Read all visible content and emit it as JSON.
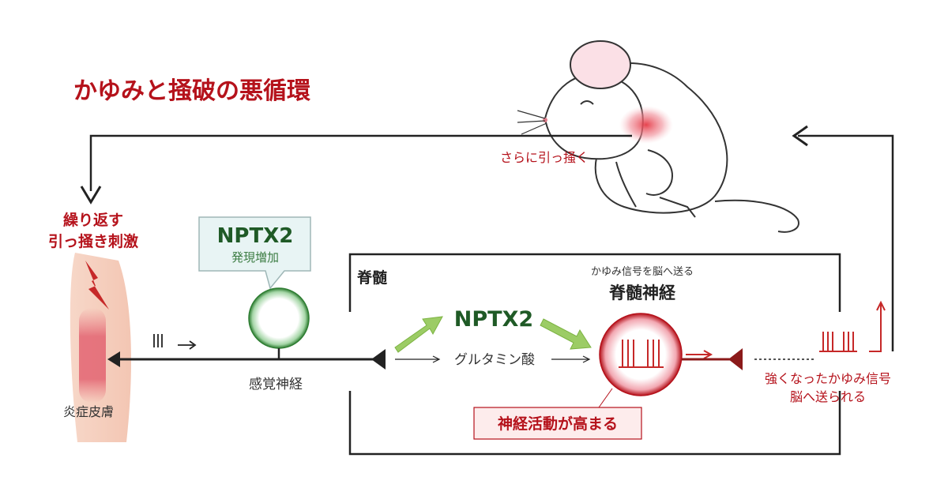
{
  "title": "かゆみと掻破の悪循環",
  "colors": {
    "accent_red": "#b5121b",
    "nerve_green": "#2e7d32",
    "arrow_green": "#9ccc65",
    "line": "#222222"
  },
  "labels": {
    "scratch_more": "さらに引っ掻く",
    "repeat_line1": "繰り返す",
    "repeat_line2": "引っ掻き刺激",
    "skin": "炎症皮膚",
    "nptx2_callout_title": "NPTX2",
    "nptx2_callout_sub": "発現増加",
    "sensory_nerve": "感覚神経",
    "spinal_cord": "脊髄",
    "nptx2_flow": "NPTX2",
    "glutamate": "グルタミン酸",
    "spinal_neuron_caption": "かゆみ信号を脳へ送る",
    "spinal_neuron": "脊髄神経",
    "activity_up": "神経活動が高まる",
    "signal_line1": "強くなったかゆみ信号",
    "signal_line2": "脳へ送られる"
  },
  "icons": {
    "lightning": "lightning-icon",
    "mouse": "mouse-illustration",
    "skin": "skin-illustration"
  }
}
